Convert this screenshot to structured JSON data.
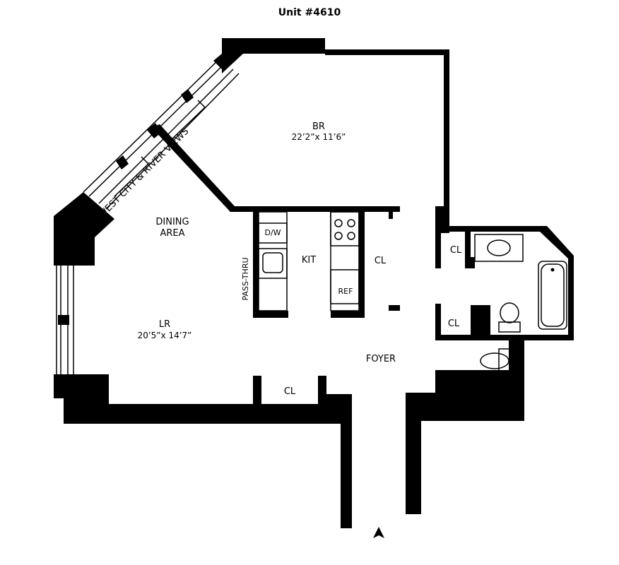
{
  "title": "Unit #4610",
  "view_label": "SOUTHWEST CITY & RIVER VIEWS",
  "rooms": {
    "br": {
      "name": "BR",
      "dims": "22’2”x 11’6”"
    },
    "dining": {
      "line1": "DINING",
      "line2": "AREA"
    },
    "kit": {
      "name": "KIT"
    },
    "dw": {
      "name": "D/W"
    },
    "passthru": {
      "name": "PASS-THRU"
    },
    "ref": {
      "name": "REF"
    },
    "cl_kitchen": {
      "name": "CL"
    },
    "lr": {
      "name": "LR",
      "dims": "20’5”x 14’7”"
    },
    "cl_lr": {
      "name": "CL"
    },
    "foyer": {
      "name": "FOYER"
    },
    "cl_bath_top": {
      "name": "CL"
    },
    "cl_bath_bottom": {
      "name": "CL"
    }
  },
  "icons": {
    "entry": "entry-arrow-icon"
  }
}
